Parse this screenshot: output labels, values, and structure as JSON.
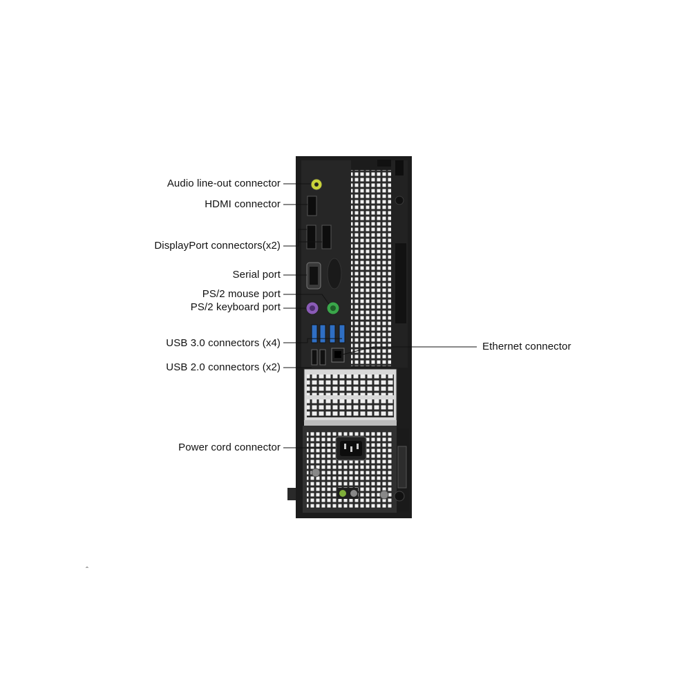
{
  "callouts": {
    "audio": "Audio line-out connector",
    "hdmi": "HDMI connector",
    "displayport": "DisplayPort connectors(x2)",
    "serial": "Serial port",
    "ps2_mouse": "PS/2 mouse port",
    "ps2_keyboard": "PS/2 keyboard port",
    "usb3": "USB 3.0 connectors (x4)",
    "usb2": "USB 2.0 connectors (x2)",
    "power": "Power cord connector",
    "ethernet": "Ethernet connector"
  },
  "stray_mark": "ˆ",
  "colors": {
    "chassis": "#1c1c1c",
    "grille": "#f2f2f2",
    "usb3_blue": "#2f6fc4",
    "ps2_mouse_green": "#3aa64a",
    "ps2_keyboard_purple": "#8a5bb6",
    "audio_lime": "#c9d33a"
  }
}
